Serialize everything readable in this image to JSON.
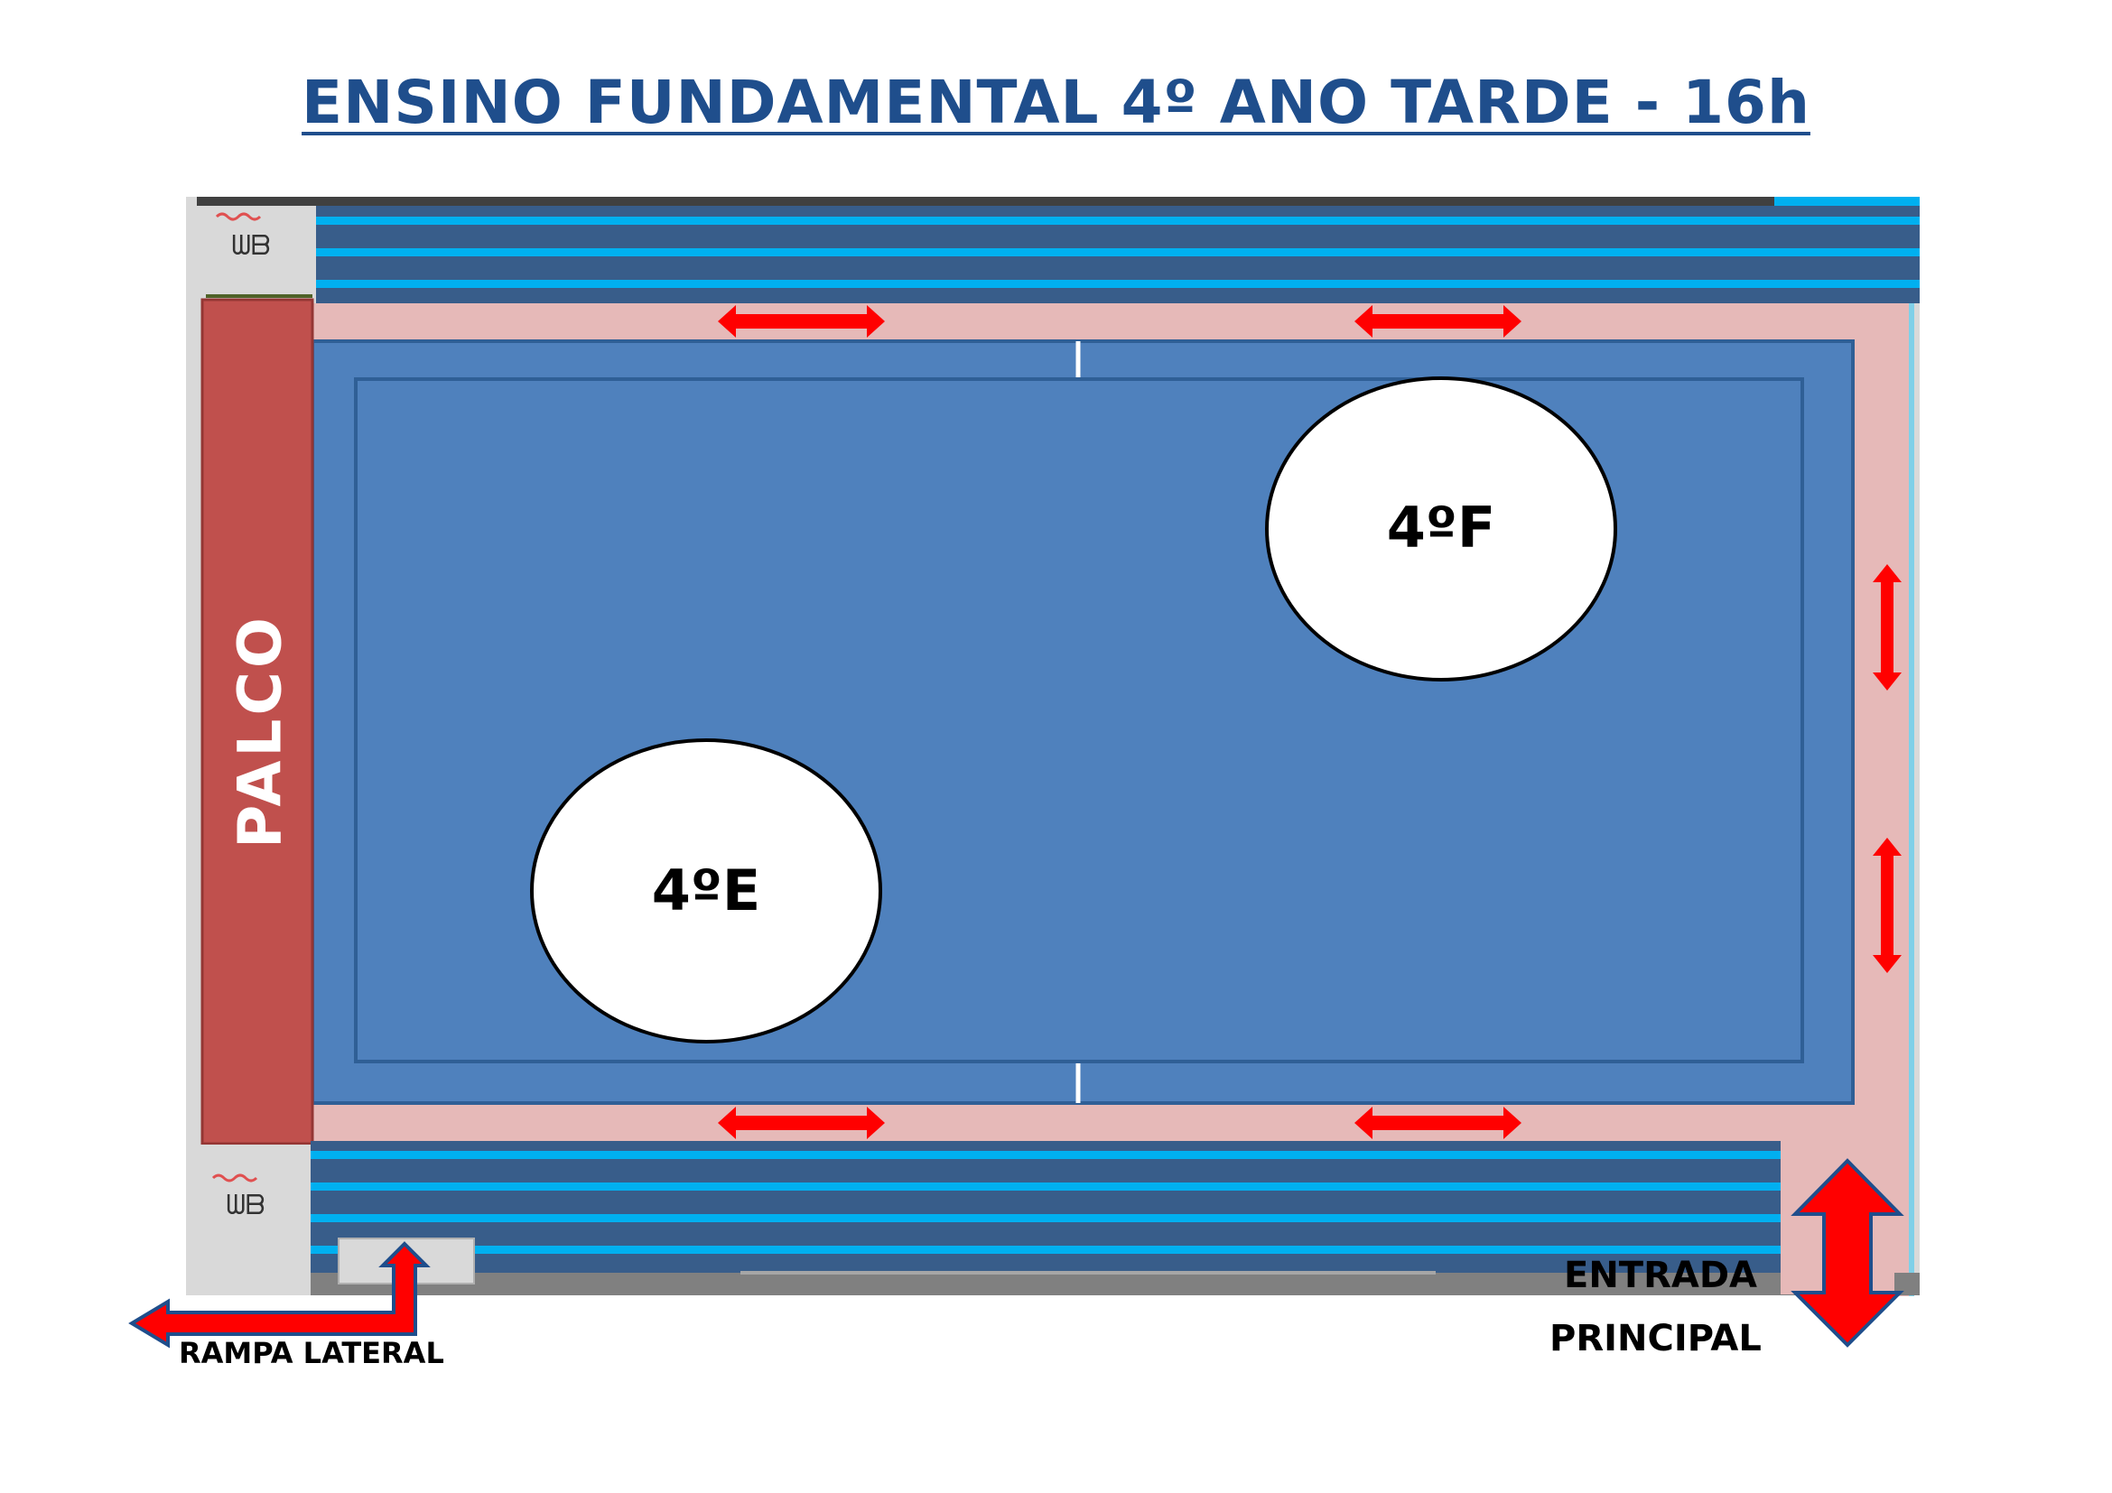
{
  "title": "ENSINO FUNDAMENTAL 4º ANO TARDE - 16h",
  "stage_label": "PALCO",
  "groups": [
    {
      "label": "4ºF"
    },
    {
      "label": "4ºE"
    }
  ],
  "entrance": {
    "line1": "ENTRADA",
    "line2": "PRINCIPAL"
  },
  "ramp_label": "RAMPA LATERAL",
  "restroom_icon": "restroom-icon",
  "colors": {
    "title": "#1f4e8c",
    "court": "#4f81bd",
    "court_border": "#2f5f96",
    "bleacher_dark": "#385d8a",
    "bleacher_light": "#00b0f0",
    "walkway": "#e6b9b8",
    "stage": "#c0504d",
    "arrow": "#ff0000",
    "arrow_outline": "#1f4e8c"
  }
}
